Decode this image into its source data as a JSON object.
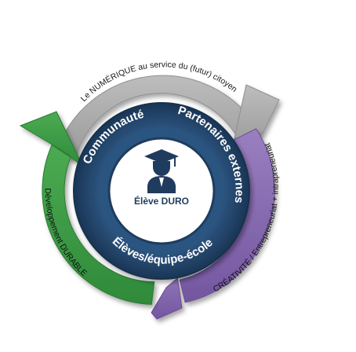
{
  "outer_ring": {
    "numerique": "Le NUMÉRIQUE au service du (futur) citoyen",
    "creativite": "CRÉATIVITÉ / Entrepreneuriat + intrapreneuriat",
    "developpement": "Développement DURABLE"
  },
  "inner_ring": {
    "communaute": "Communauté",
    "partenaires": "Partenaires externes",
    "eleves": "Élèves/équipe-école"
  },
  "center": {
    "label": "Élève DURO",
    "icon": "graduate-student-icon"
  },
  "colors": {
    "gray_arrow": "#a6a6a6",
    "purple_arrow": "#8064a2",
    "green_arrow": "#3f9a47",
    "ring_dark": "#1f3c5e",
    "ring_mid": "#244a73",
    "center_fill": "#ffffff",
    "center_text": "#1f3c5e"
  }
}
